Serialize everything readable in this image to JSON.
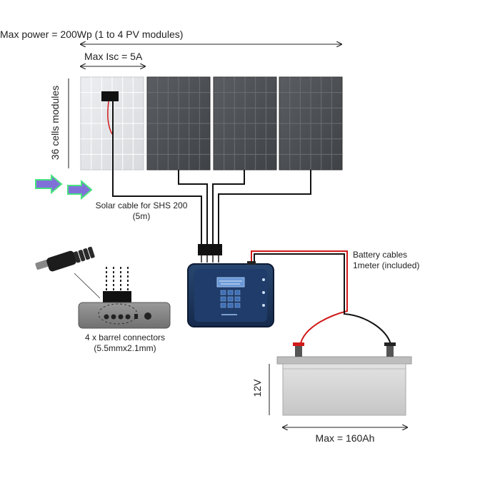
{
  "labels": {
    "max_power": "Max power = 200Wp (1 to 4 PV modules)",
    "max_isc": "Max Isc = 5A",
    "cells": "36 cells modules",
    "solar_cable_line1": "Solar cable for SHS 200",
    "solar_cable_line2": "(5m)",
    "battery_cables_line1": "Battery cables",
    "battery_cables_line2": "1meter (included)",
    "barrel_line1": "4 x barrel connectors",
    "barrel_line2": "(5.5mmx2.1mm)",
    "voltage": "12V",
    "max_capacity": "Max = 160Ah"
  },
  "colors": {
    "panel_light": "#e3e5e8",
    "panel_dark": "#4f5256",
    "cable_black": "#111111",
    "cable_red": "#d11a1a",
    "controller_body": "#1e3a66",
    "controller_screen": "#3f6fb4",
    "battery_body": "#d5d5d5",
    "arrow_fill": "#7a6ad8",
    "arrow_glow": "#3fe07a"
  },
  "panels": [
    {
      "id": "panel-1",
      "style": "light"
    },
    {
      "id": "panel-2",
      "style": "dark"
    },
    {
      "id": "panel-3",
      "style": "dark"
    },
    {
      "id": "panel-4",
      "style": "dark"
    }
  ]
}
